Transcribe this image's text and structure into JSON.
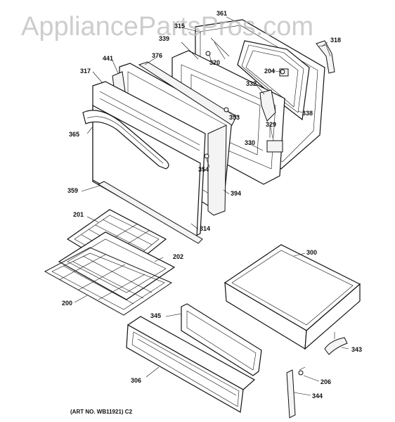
{
  "watermark": "AppliancePartsPros.com",
  "footer": "(ART NO. WB11921) C2",
  "parts": {
    "p361": "361",
    "p315": "315",
    "p339": "339",
    "p318": "318",
    "p441": "441",
    "p376": "376",
    "p320": "320",
    "p317": "317",
    "p204": "204",
    "p332": "332",
    "p353": "353",
    "p338": "338",
    "p365": "365",
    "p329": "329",
    "p330": "330",
    "p354": "354",
    "p359": "359",
    "p394": "394",
    "p314": "314",
    "p201": "201",
    "p300": "300",
    "p202": "202",
    "p200": "200",
    "p345": "345",
    "p343": "343",
    "p306": "306",
    "p206": "206",
    "p344": "344"
  }
}
